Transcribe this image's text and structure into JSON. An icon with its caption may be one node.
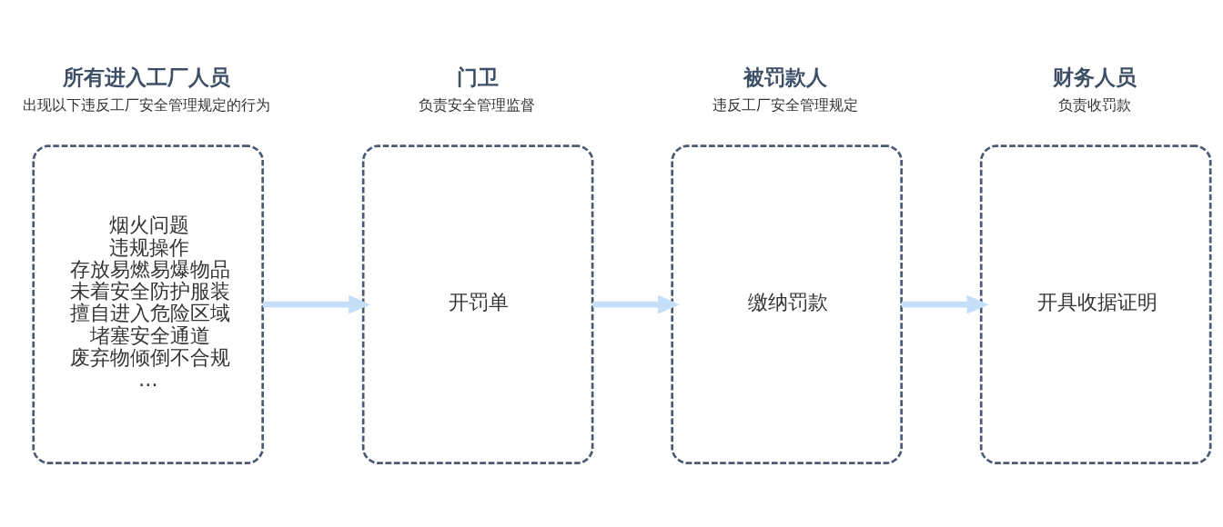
{
  "diagram": {
    "nodes": [
      {
        "text": [
          "烟火问题",
          "违规操作",
          "存放易燃易爆物品",
          "未着安全防护服装",
          "擅自进入危险区域",
          "堵塞安全通道",
          "废弃物倾倒不合规",
          "…"
        ],
        "beside": [
          "所有进入工厂人员",
          "出现以下违反工厂安全管理规定的行为"
        ]
      },
      {
        "text": [
          "开罚单"
        ],
        "beside": [
          "门卫",
          "负责安全管理监督"
        ]
      },
      {
        "text": [
          "缴纳罚款"
        ],
        "beside": [
          "被罚款人",
          "违反工厂安全管理规定"
        ]
      },
      {
        "text": [
          "开具收据证明"
        ],
        "beside": [
          "财务人员",
          "负责收罚款"
        ]
      }
    ],
    "edges": [
      {
        "from": 0,
        "to": 1,
        "arrow": "to"
      },
      {
        "from": 1,
        "to": 2,
        "arrow": "to"
      },
      {
        "from": 2,
        "to": 3,
        "arrow": "to"
      }
    ]
  }
}
